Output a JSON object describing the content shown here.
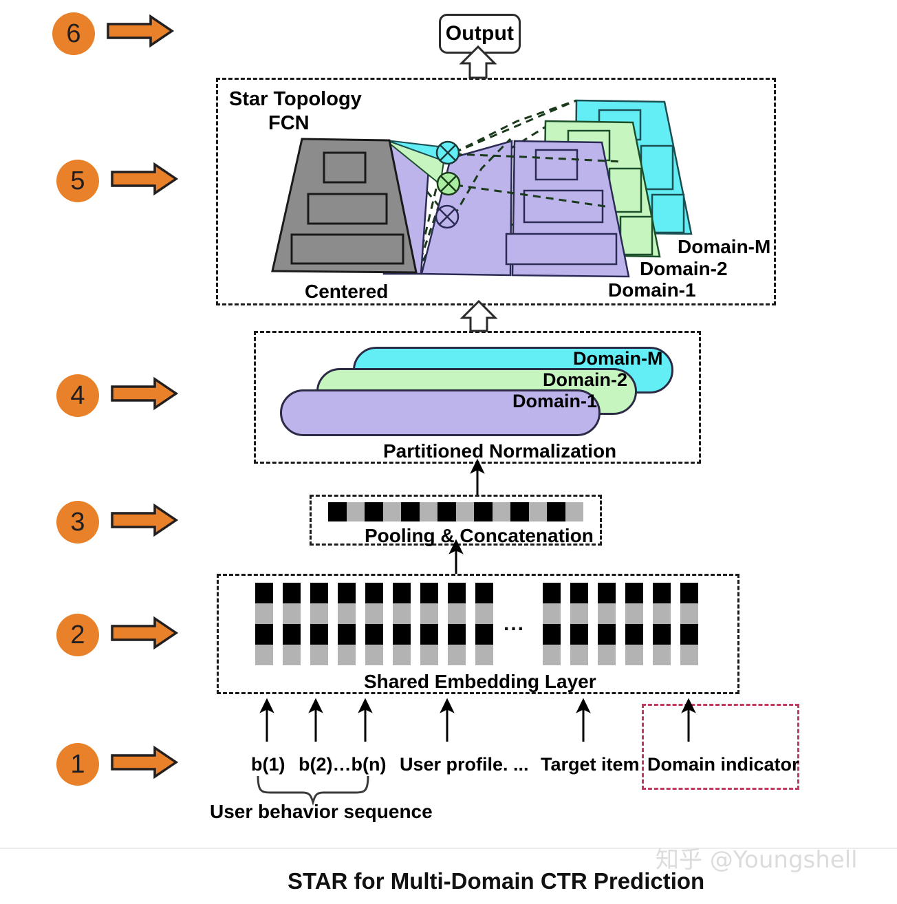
{
  "title": "STAR for Multi-Domain CTR Prediction",
  "watermark": "知乎 @Youngshell",
  "colors": {
    "step_marker": "#e8812a",
    "domain_1": "#bdb4ec",
    "domain_2": "#c6f5c0",
    "domain_m": "#63eef5",
    "centered_fcn": "#8c8c8c",
    "embedding_dark": "#000000",
    "embedding_light": "#b3b3b3",
    "domain_indicator_border": "#c0395c",
    "dash_border": "#1a1a1a"
  },
  "steps": [
    {
      "number": "1",
      "label": "step-1"
    },
    {
      "number": "2",
      "label": "step-2"
    },
    {
      "number": "3",
      "label": "step-3"
    },
    {
      "number": "4",
      "label": "step-4"
    },
    {
      "number": "5",
      "label": "step-5"
    },
    {
      "number": "6",
      "label": "step-6"
    }
  ],
  "output": {
    "label": "Output"
  },
  "star_topology": {
    "title_line1": "Star Topology",
    "title_line2": "FCN",
    "centered_label": "Centered",
    "domain_labels": [
      "Domain-1",
      "Domain-2",
      "Domain-M"
    ],
    "operator_symbol": "⊗",
    "operator_count": 3
  },
  "partitioned_normalization": {
    "caption": "Partitioned Normalization",
    "pills": [
      "Domain-M",
      "Domain-2",
      "Domain-1"
    ]
  },
  "pooling": {
    "caption": "Pooling & Concatenation",
    "segment_count": 14
  },
  "embedding": {
    "caption": "Shared Embedding Layer",
    "left_column_count": 9,
    "right_column_count": 6,
    "ellipsis": "...",
    "segments_per_column": [
      "dark",
      "light",
      "dark",
      "light"
    ]
  },
  "inputs": {
    "behavior": [
      "b(1)",
      "b(2)…b(n)"
    ],
    "behavior_caption": "User behavior sequence",
    "user_profile": "User profile. ...",
    "target_item": "Target item",
    "domain_indicator": "Domain indicator"
  }
}
